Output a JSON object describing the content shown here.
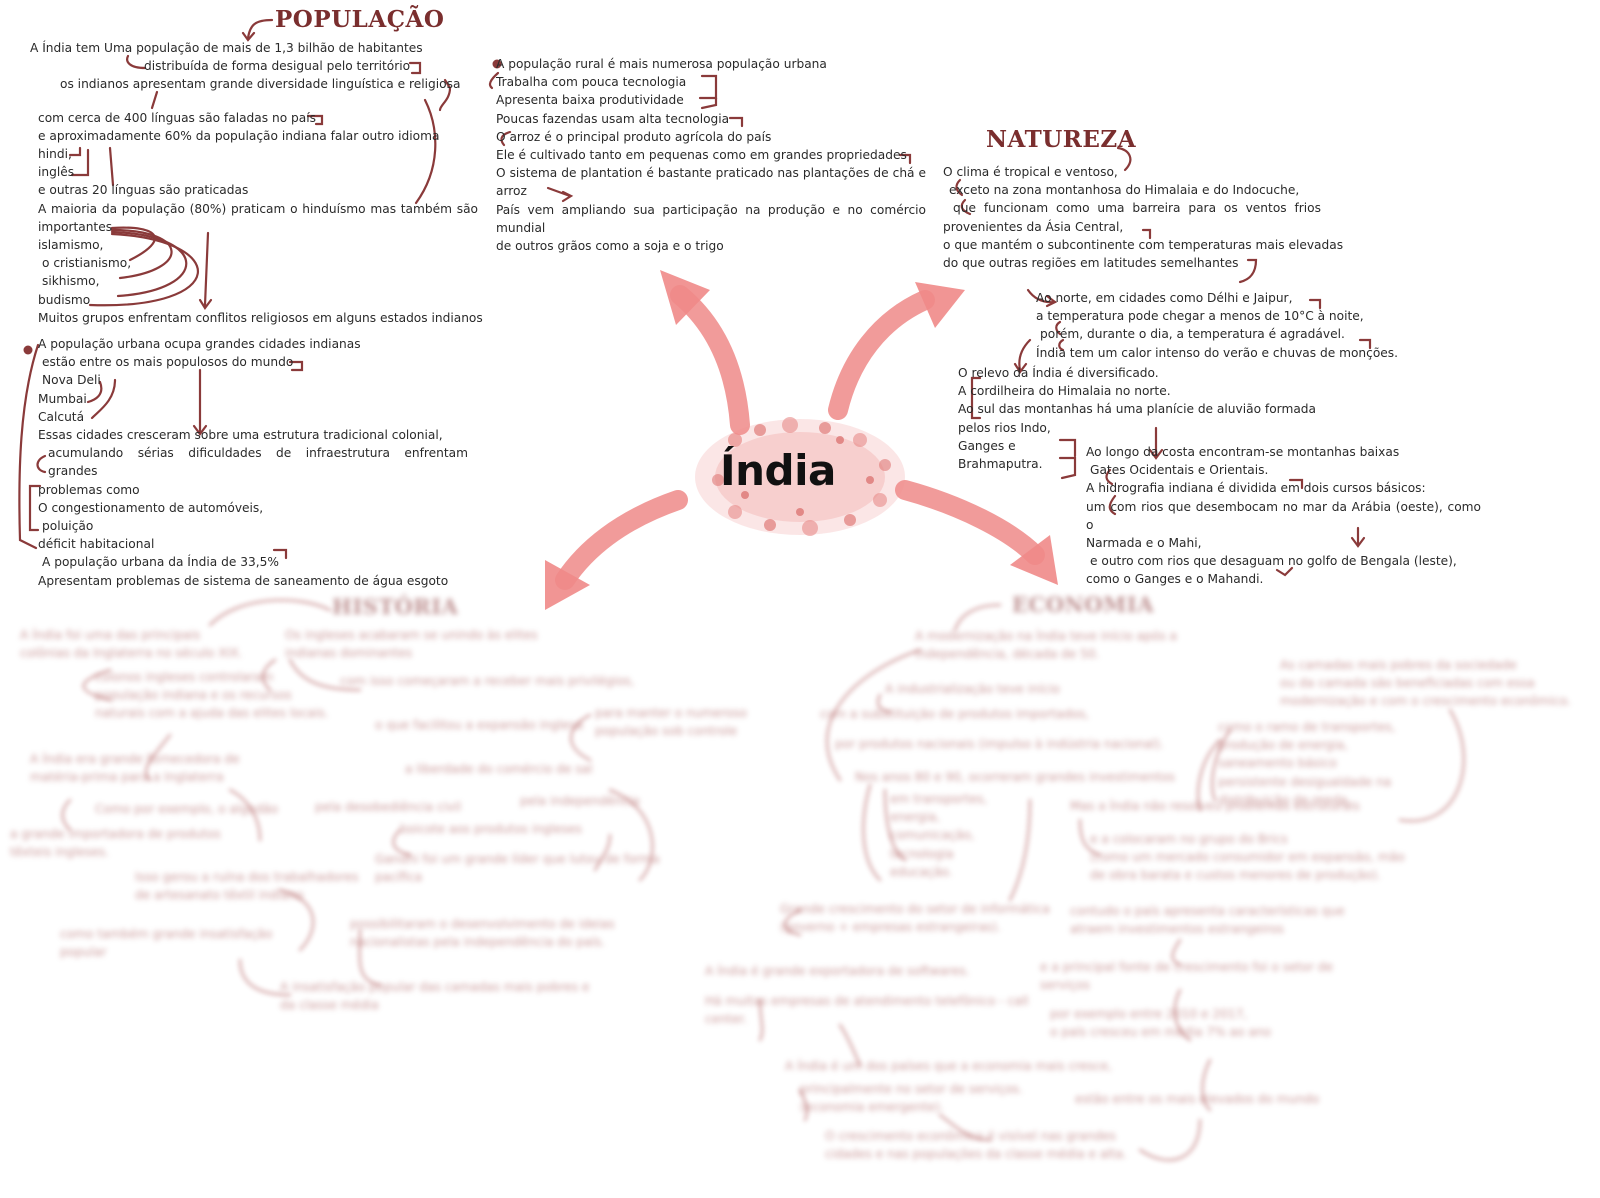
{
  "center": {
    "title": "Índia"
  },
  "colors": {
    "accent": "#7a2e2e",
    "arrow": "#ef8a88",
    "connector": "#8a3a3a",
    "text": "#2a2a2a"
  },
  "populacao": {
    "title": "POPULAÇÃO",
    "block1": [
      "A Índia tem Uma população de mais de 1,3 bilhão de habitantes",
      "distribuída de forma desigual pelo território",
      "os indianos apresentam grande diversidade linguística e religiosa",
      "com cerca de 400 línguas são faladas no país",
      "e aproximadamente 60% da população indiana falar outro idioma",
      "hindi,",
      "inglês",
      "e outras 20 línguas são praticadas",
      "A maioria da população (80%) praticam o hinduísmo mas também são",
      "importantes",
      "islamismo,",
      "o cristianismo,",
      "sikhismo,",
      "budismo",
      "Muitos grupos enfrentam conflitos religiosos em alguns estados indianos"
    ],
    "block2": [
      "A população urbana ocupa grandes cidades indianas",
      "estão entre os mais populosos do mundo",
      "Nova Deli",
      "Mumbai",
      "Calcutá",
      "Essas cidades cresceram sobre uma estrutura tradicional colonial,",
      "acumulando sérias dificuldades de infraestrutura enfrentam grandes",
      "problemas como",
      "O congestionamento de automóveis,",
      "poluição",
      "déficit habitacional",
      "A população urbana da Índia de 33,5%",
      "Apresentam problemas de sistema de saneamento de água esgoto"
    ],
    "block3": [
      "A população rural é mais numerosa população urbana",
      "Trabalha com pouca tecnologia",
      "Apresenta baixa produtividade",
      "Poucas fazendas usam alta tecnologia",
      "O arroz é o principal produto agrícola do país",
      "Ele é cultivado tanto em pequenas como em grandes propriedades",
      "O sistema de plantation é bastante praticado nas plantações de chá e",
      "arroz",
      "País vem ampliando sua participação na produção e no comércio mundial",
      "de outros grãos como a soja e o trigo"
    ]
  },
  "natureza": {
    "title": "NATUREZA",
    "block1": [
      "O clima é tropical e ventoso,",
      "exceto na zona montanhosa do Himalaia e do Indocuche,",
      "que funcionam como uma barreira para os ventos frios",
      "provenientes da Ásia Central,",
      "o que mantém o subcontinente com temperaturas mais elevadas",
      "do que outras regiões em latitudes semelhantes"
    ],
    "block2": [
      "Ao norte, em cidades como Délhi e Jaipur,",
      "a temperatura pode chegar a menos de 10°C à noite,",
      "porém, durante o dia, a temperatura é agradável.",
      "Índia tem um calor intenso do verão e chuvas de monções."
    ],
    "block3": [
      "O relevo da Índia é diversificado.",
      "A cordilheira do Himalaia no norte.",
      "Ao sul das montanhas há uma planície de aluvião formada",
      "pelos rios Indo,",
      "Ganges e",
      "Brahmaputra."
    ],
    "block4": [
      "Ao longo da costa encontram-se montanhas baixas",
      "Gates Ocidentais e Orientais.",
      "A hidrografia indiana é dividida em dois cursos básicos:",
      "um com rios que desembocam no mar da Arábia (oeste), como o",
      "Narmada e o Mahi,",
      "e outro com rios que desaguam no golfo de Bengala (leste),",
      "como o Ganges e o Mahandi."
    ]
  },
  "historia": {
    "title": "HISTÓRIA",
    "blocks": [
      [
        "A Índia foi uma das principais",
        "colônias da Inglaterra no século XIX."
      ],
      [
        "Os ingleses acabaram se unindo às elites",
        "indianas dominantes"
      ],
      [
        "colonos ingleses controlaram",
        "população indiana e os recursos",
        "naturais com a ajuda das elites locais."
      ],
      [
        "com isso começaram a receber mais privilégios,"
      ],
      [
        "o que facilitou a expansão inglesa"
      ],
      [
        "para manter o numeroso",
        "população sob controle"
      ],
      [
        "A Índia era grande fornecedora de",
        "matéria-prima para a Inglaterra"
      ],
      [
        "Como por exemplo, o algodão"
      ],
      [
        "a grande importadora de produtos",
        "têxteis ingleses."
      ],
      [
        "a liberdade do comércio de sal"
      ],
      [
        "pela independência"
      ],
      [
        "pela desobediência civil"
      ],
      [
        "boicote aos produtos ingleses"
      ],
      [
        "Gandhi foi um grande líder que lutou de forma",
        "pacífica"
      ],
      [
        "Isso gerou a ruína dos trabalhadores",
        "de artesanato têxtil indiano"
      ],
      [
        "como também grande insatisfação",
        "popular"
      ],
      [
        "possibilitaram o desenvolvimento de ideias",
        "nacionalistas pela independência do país."
      ],
      [
        "A insatisfação popular das camadas mais pobres e",
        "da classe média"
      ]
    ]
  },
  "economia": {
    "title": "ECONOMIA",
    "blocks": [
      [
        "A modernização na Índia teve início após a",
        "independência, década de 50."
      ],
      [
        "A industrialização teve início"
      ],
      [
        "com a substituição de produtos importados,"
      ],
      [
        "por produtos nacionais (impulso à indústria nacional)."
      ],
      [
        "Nos anos 80 e 90, ocorreram grandes investimentos"
      ],
      [
        "em transportes,",
        "energia,",
        "comunicação,",
        "tecnologia",
        "educação."
      ],
      [
        "As camadas mais pobres da sociedade",
        "ou da camada são beneficiadas com essa",
        "modernização e com o crescimento econômico."
      ],
      [
        "como o ramo de transportes,",
        "produção de energia,",
        "saneamento básico",
        "persistente desigualdade na",
        "distribuição de renda,"
      ],
      [
        "Mas a Índia não resolveu problemas estruturais"
      ],
      [
        "e a colocaram no grupo do Brics",
        "(como um mercado consumidor em expansão, mão",
        "de obra barata e custos menores de produção)."
      ],
      [
        "Grande crescimento do setor de informática",
        "(governo + empresas estrangeiras)."
      ],
      [
        "contudo o país apresenta características que",
        "atraem investimentos estrangeiros"
      ],
      [
        "A Índia é grande exportadora de softwares."
      ],
      [
        "e a principal fonte de crescimento foi o setor de",
        "serviços"
      ],
      [
        "Há muitas empresas de atendimento telefônico - call",
        "center."
      ],
      [
        "por exemplo entre 2010 e 2017,",
        "o país cresceu em média 7% ao ano"
      ],
      [
        "A Índia é um dos países que a economia mais cresce,"
      ],
      [
        "principalmente no setor de serviços.",
        "(economia emergente)."
      ],
      [
        "estão entre os mais elevados do mundo"
      ],
      [
        "O crescimento econômico é visível nas grandes",
        "cidades e nas populações da classe média e alta."
      ]
    ]
  }
}
